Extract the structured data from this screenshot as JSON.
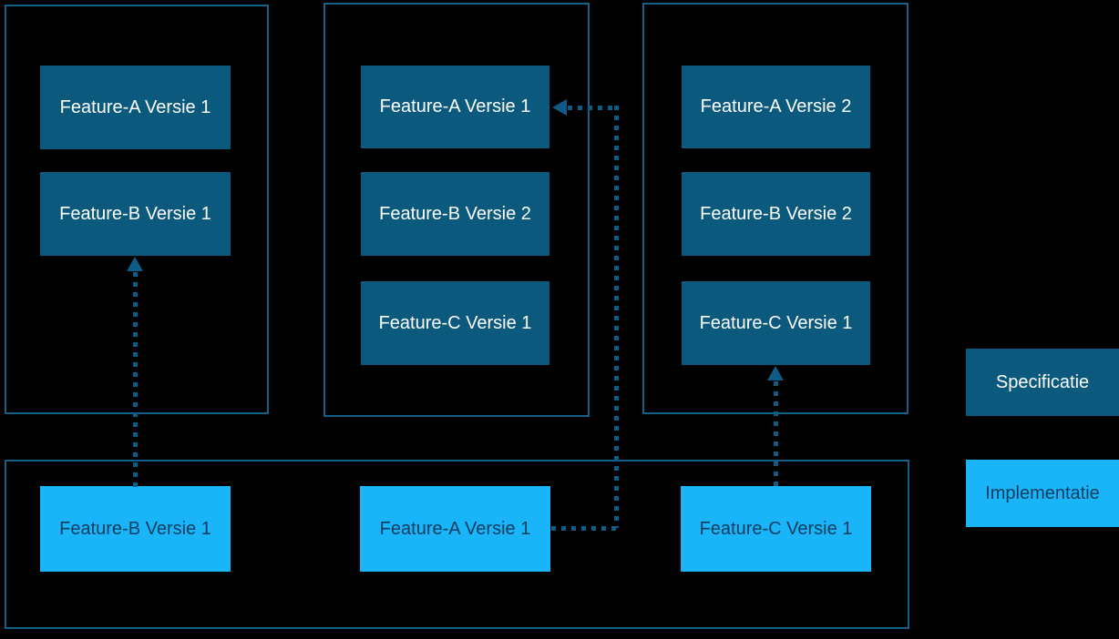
{
  "diagram": {
    "title_hint": "Specification vs implementation versions diagram",
    "colors": {
      "background": "#000000",
      "container_border": "#136089",
      "specification_fill": "#0b5a7e",
      "specification_text": "#ffffff",
      "implementation_fill": "#1ab4f8",
      "implementation_text": "#0c3c5e",
      "arrow": "#0e5c86"
    },
    "spec_boxes": {
      "left_a": "Feature-A Versie 1",
      "left_b": "Feature-B Versie 1",
      "mid_a": "Feature-A Versie 1",
      "mid_b": "Feature-B Versie 2",
      "mid_c": "Feature-C Versie 1",
      "right_a": "Feature-A Versie 2",
      "right_b": "Feature-B Versie 2",
      "right_c": "Feature-C Versie 1"
    },
    "impl_boxes": {
      "bottom_b": "Feature-B Versie 1",
      "bottom_a": "Feature-A Versie 1",
      "bottom_c": "Feature-C Versie 1"
    },
    "legend": {
      "specification": "Specificatie",
      "implementation": "Implementatie"
    },
    "arrows": [
      {
        "name": "impl-b1-to-spec-b1",
        "style": "dotted",
        "direction": "up"
      },
      {
        "name": "impl-a1-to-spec-a1-mid",
        "style": "dotted",
        "direction": "right-up-left"
      },
      {
        "name": "impl-c1-to-spec-c1-right",
        "style": "dotted",
        "direction": "up"
      }
    ]
  }
}
